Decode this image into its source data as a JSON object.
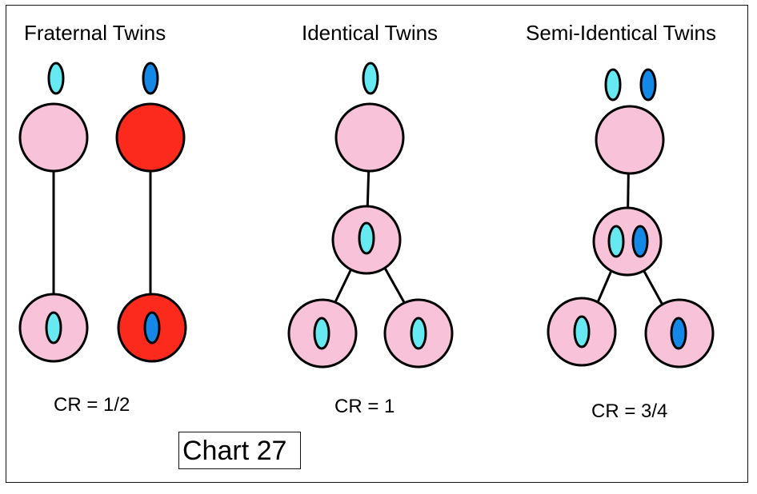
{
  "panels": [
    {
      "title": "Fraternal Twins",
      "cr": "CR = 1/2"
    },
    {
      "title": "Identical Twins",
      "cr": "CR = 1"
    },
    {
      "title": "Semi-Identical Twins",
      "cr": "CR = 3/4"
    }
  ],
  "chart_label": "Chart 27",
  "colors": {
    "cell_pink": "#f8c3d8",
    "cell_red": "#fb2a1c",
    "sperm_cyan": "#67e9f2",
    "sperm_blue": "#1488e6",
    "outline": "#000000"
  }
}
